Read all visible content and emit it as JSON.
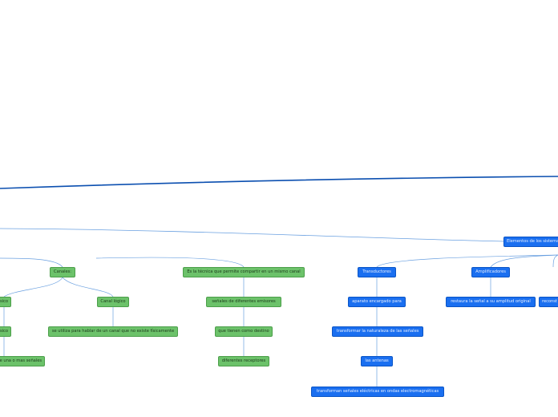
{
  "nodes": {
    "elementos": "Elementos de los sistema",
    "canales": "Canales:",
    "tecnica": "Es la técnica que permite compartir en un mismo canal",
    "senales_emisores": "señales de diferentes emisores",
    "destino": "que tienen como destino",
    "receptores": "diferentes receptores",
    "canal_logico": "Canal lógico",
    "canal_logico_desc": "se utiliza para hablar de un canal que no existe físicamente",
    "fisico_1": "ísico",
    "fisico_2": "ísico",
    "una_mas": "e una o mas señales",
    "transductores": "Transductores",
    "aparato": "aparato encargado para",
    "transformar": "transformar la naturaleza de las señales",
    "antenas": "las antenas",
    "transforman": "transforman señales eléctricas en ondas electromagnéticas",
    "amplificadores": "Amplificadores",
    "restaura": "restaura la señal a su amplitud original",
    "recorte": "reconst"
  },
  "colors": {
    "green": "#6cc26a",
    "blue": "#1a6ff0",
    "main_line": "#0b4fb0",
    "connector": "#6aa0e0"
  }
}
